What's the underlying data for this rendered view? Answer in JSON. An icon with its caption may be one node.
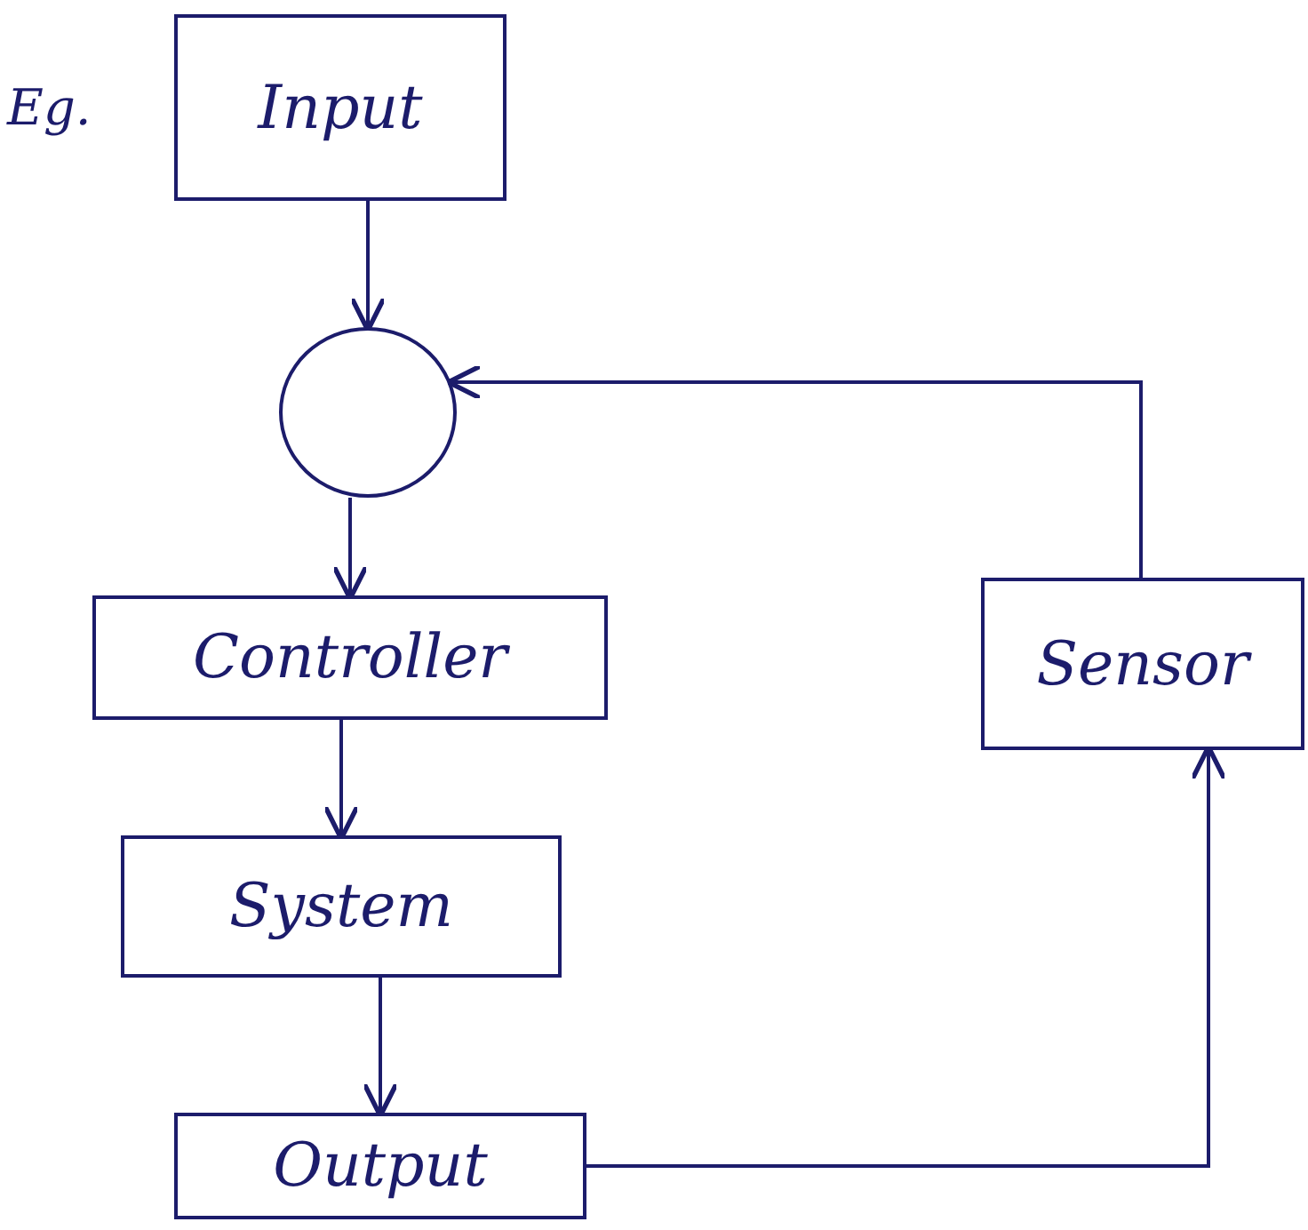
{
  "diagram": {
    "nodes": [
      {
        "text": [
          "Input"
        ]
      },
      {
        "text": [],
        "shape": "circle"
      },
      {
        "text": [
          "Controller"
        ]
      },
      {
        "text": [
          "System"
        ]
      },
      {
        "text": [
          "Output"
        ]
      },
      {
        "text": [
          "Sensor"
        ]
      }
    ],
    "edges": [
      {
        "from": 0,
        "to": 1,
        "arrow": "to"
      },
      {
        "from": 1,
        "to": 2,
        "arrow": "to"
      },
      {
        "from": 2,
        "to": 3,
        "arrow": "to"
      },
      {
        "from": 3,
        "to": 4,
        "arrow": "to"
      },
      {
        "from": 4,
        "to": 5,
        "arrow": "to"
      },
      {
        "from": 5,
        "to": 1,
        "arrow": "to"
      }
    ],
    "labels": [
      "Eg."
    ]
  }
}
